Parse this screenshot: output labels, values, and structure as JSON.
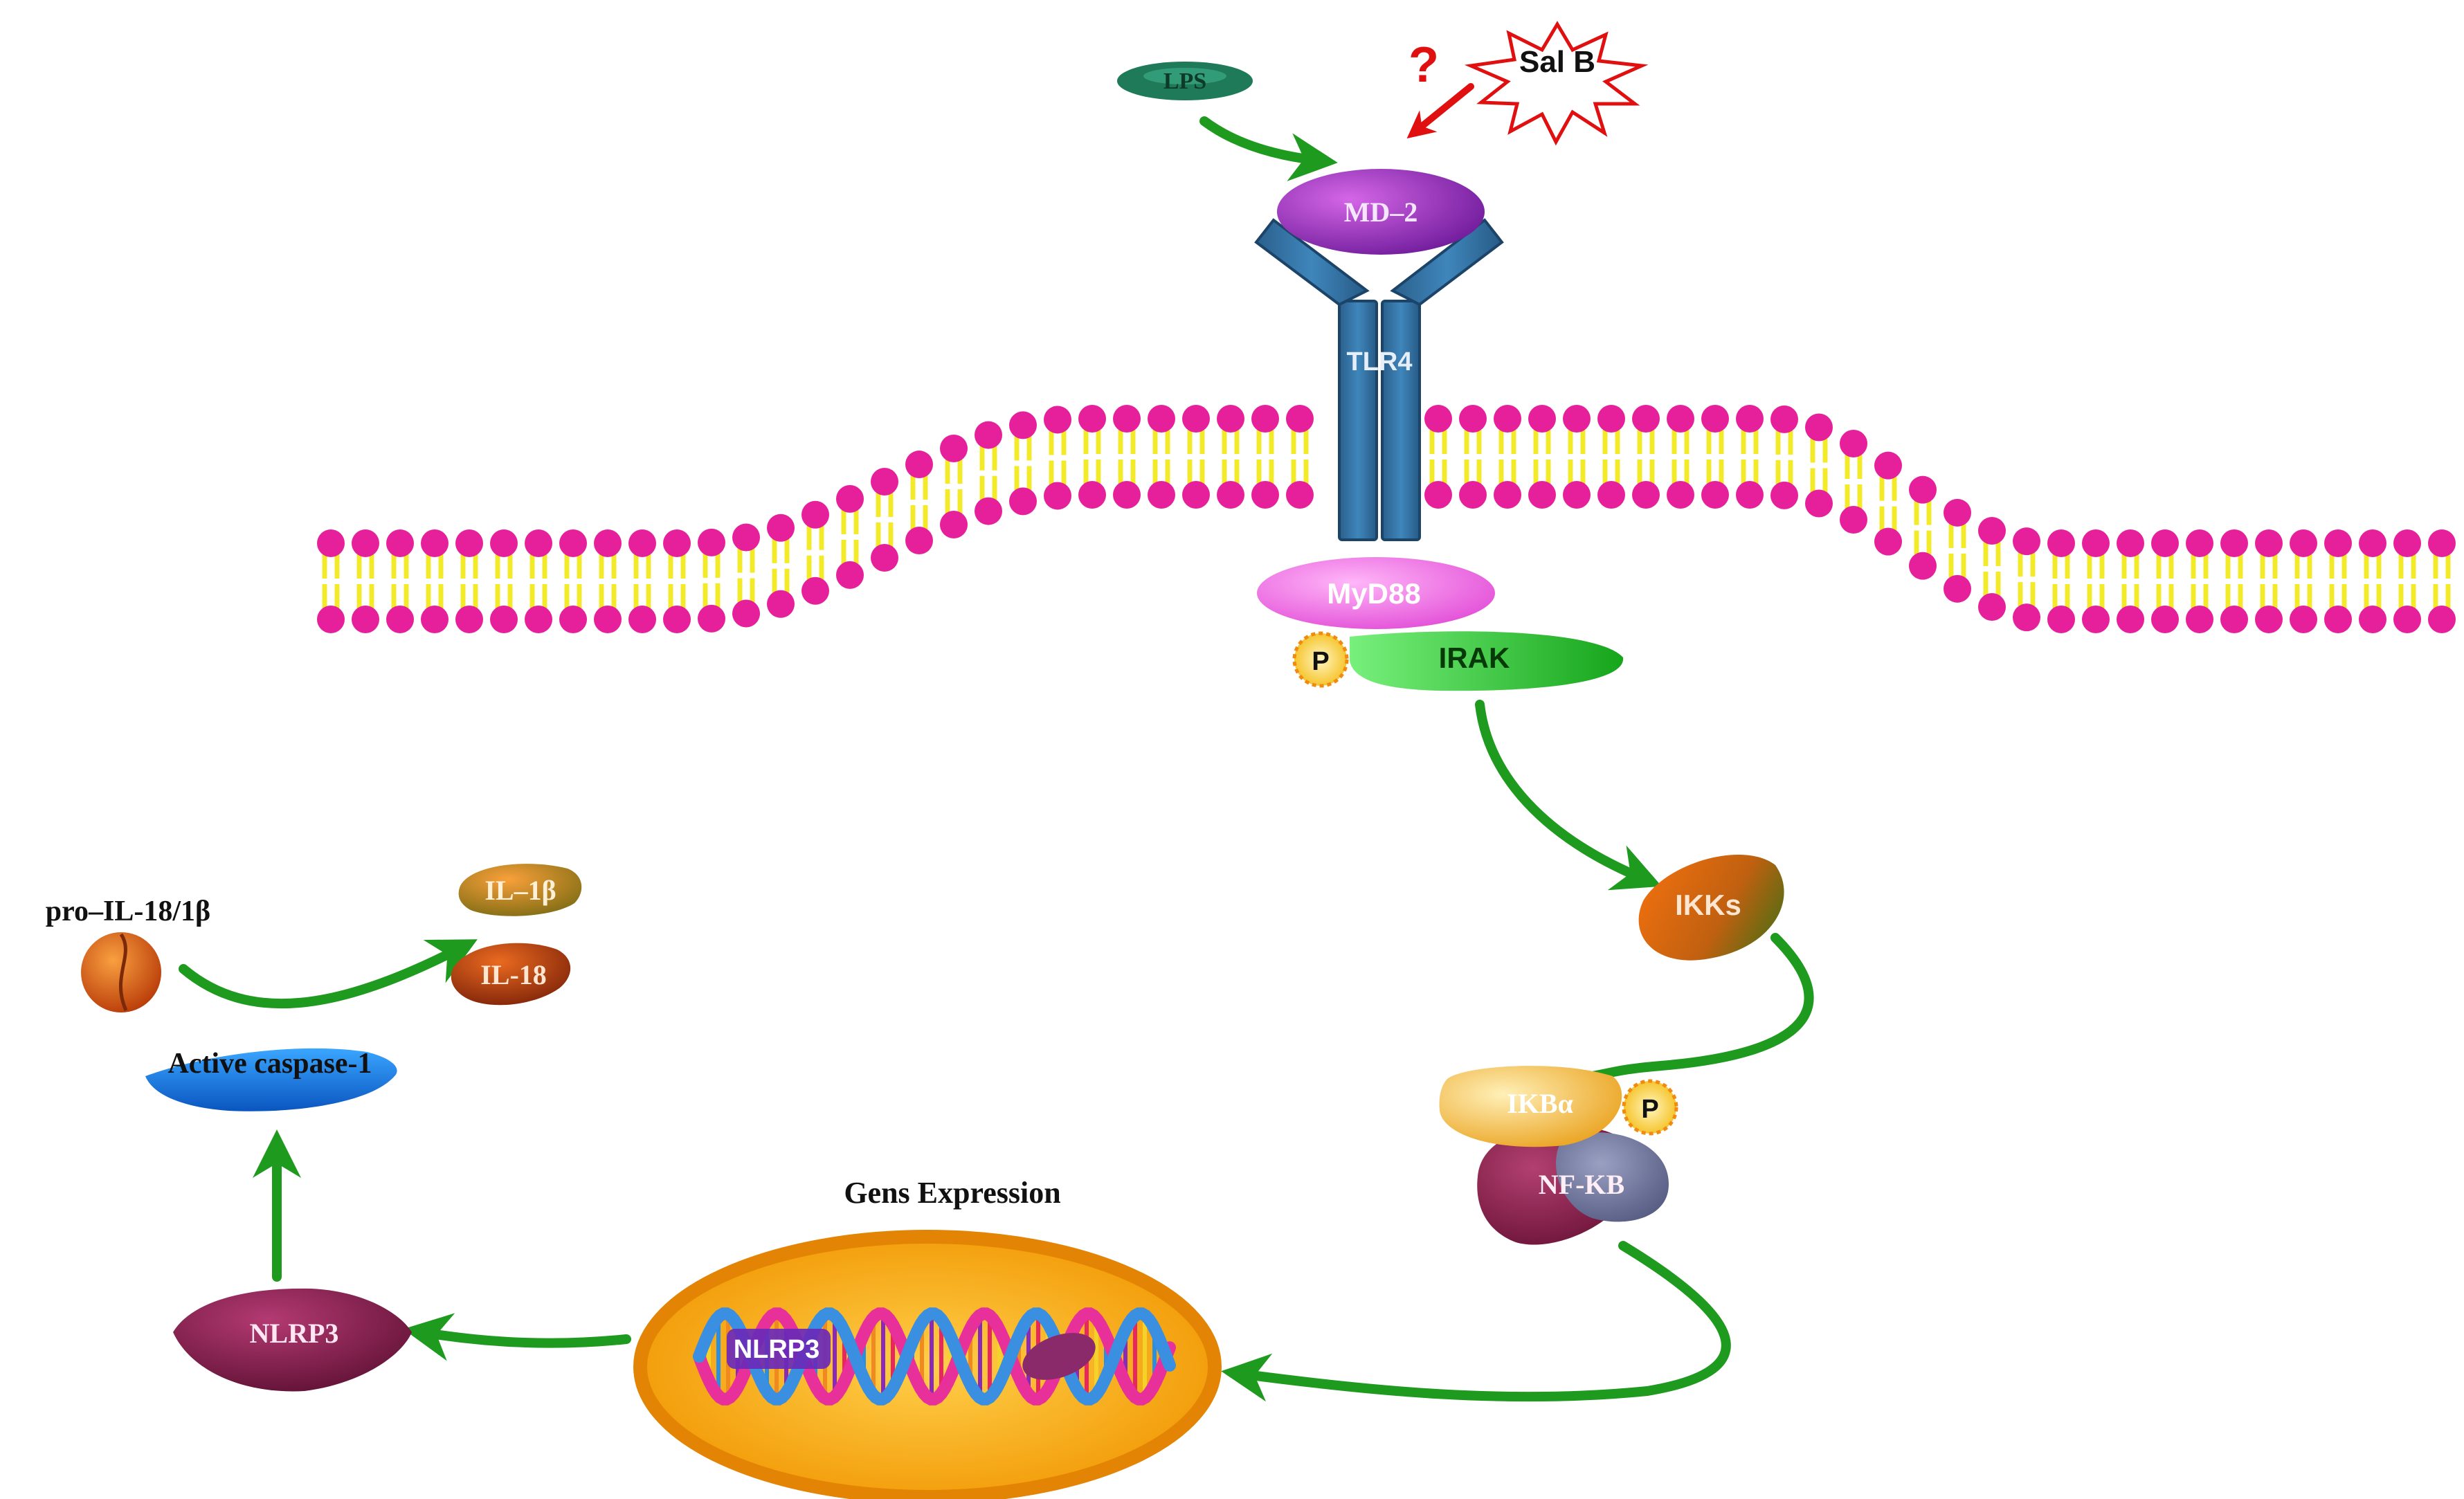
{
  "labels": {
    "lps": "LPS",
    "sal_b": "Sal B",
    "question": "?",
    "md2": "MD–2",
    "tlr4": "TLR4",
    "myd88": "MyD88",
    "irak": "IRAK",
    "phospho": "P",
    "ikks": "IKKs",
    "ikba": "IKBα",
    "nfkb": "NF-KB",
    "gene_expression": "Gens Expression",
    "nlrp3_dna": "NLRP3",
    "nlrp3": "NLRP3",
    "caspase1": "Active caspase-1",
    "pro_il": "pro–IL-18/1β",
    "il1b": "IL–1β",
    "il18": "IL-18"
  },
  "colors": {
    "arrow": "#1e9a1e",
    "inhibit_arrow": "#e01010",
    "membrane_head": "#e6209b",
    "membrane_tail": "#f3ea2a",
    "tlr4": "#2f6c9c",
    "md2": "#8c2ca8",
    "myd88": "#ee5ce2",
    "irak": "#22c92a",
    "ikks": "#e56d11",
    "ikba": "#f3b848",
    "nfkb": "#8a1f4d",
    "nucleus": "#f49a10",
    "nlrp3": "#8a1f4d",
    "caspase1": "#1a78dd",
    "il1b": "#e57a14",
    "il18": "#c4430d"
  }
}
